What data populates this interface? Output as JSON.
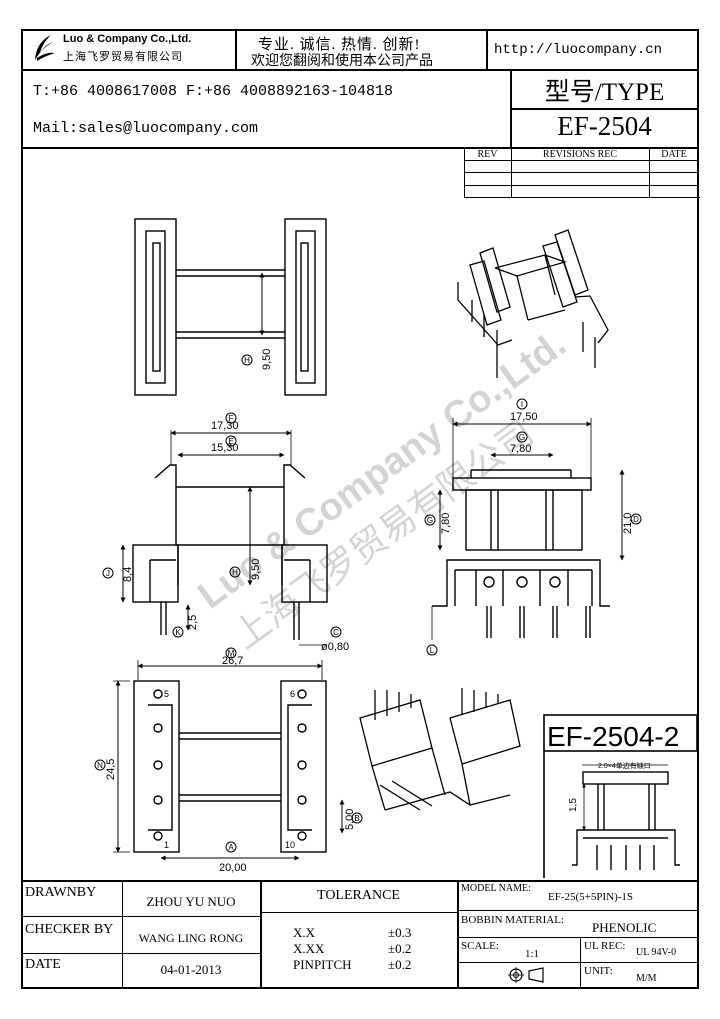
{
  "company": {
    "name_en": "Luo & Company Co.,Ltd.",
    "name_cn": "上海飞罗贸易有限公司",
    "slogan_1": "专业. 诚信. 热情. 创新!",
    "slogan_2": "欢迎您翻阅和使用本公司产品",
    "url": "http://luocompany.cn",
    "phone_line": "T:+86 4008617008 F:+86 4008892163-104818",
    "mail_line": "Mail:sales@luocompany.com"
  },
  "type": {
    "label": "型号/TYPE",
    "value": "EF-2504"
  },
  "revisions": {
    "col_rev": "REV",
    "col_rec": "REVISIONS REC",
    "col_date": "DATE"
  },
  "drawing": {
    "sub_title": "EF-2504-2",
    "dims": {
      "a": "20,00",
      "b": "5,00",
      "c": "ø0,80",
      "d": "21,0",
      "e": "15,30",
      "f": "17,30",
      "g": "7,80",
      "g2": "7,80",
      "h": "9,50",
      "h2": "9,50",
      "i": "17,50",
      "j": "8,4",
      "k": "2,5",
      "m": "26,7",
      "n": "24,5",
      "s1": "1,5",
      "s2": "2.0×4单边有缺口"
    },
    "markers": {
      "a": "A",
      "b": "B",
      "c": "C",
      "d": "D",
      "e": "E",
      "f": "F",
      "g": "G",
      "h": "H",
      "i": "I",
      "j": "J",
      "k": "K",
      "l": "L",
      "m": "M",
      "n": "N"
    },
    "pins": {
      "p5": "5",
      "p1": "1",
      "p6": "6",
      "p10": "10"
    },
    "watermark_en": "Luo & Company Co.,Ltd.",
    "watermark_cn": "上海飞罗贸易有限公司"
  },
  "footer": {
    "drawnby_label": "DRAWNBY",
    "drawnby_value": "ZHOU YU NUO",
    "checker_label": "CHECKER BY",
    "checker_value": "WANG LING RONG",
    "date_label": "DATE",
    "date_value": "04-01-2013",
    "tolerance_label": "TOLERANCE",
    "tol_x_label": "X.X",
    "tol_x_value": "±0.3",
    "tol_xx_label": "X.XX",
    "tol_xx_value": "±0.2",
    "tol_pin_label": "PINPITCH",
    "tol_pin_value": "±0.2",
    "model_label": "MODEL NAME:",
    "model_value": "EF-25(5+5PIN)-1S",
    "bobbin_label": "BOBBIN MATERIAL:",
    "bobbin_value": "PHENOLIC",
    "scale_label": "SCALE:",
    "scale_value": "1:1",
    "ul_label": "UL REC:",
    "ul_value": "UL 94V-0",
    "unit_label": "UNIT:",
    "unit_value": "M/M"
  }
}
